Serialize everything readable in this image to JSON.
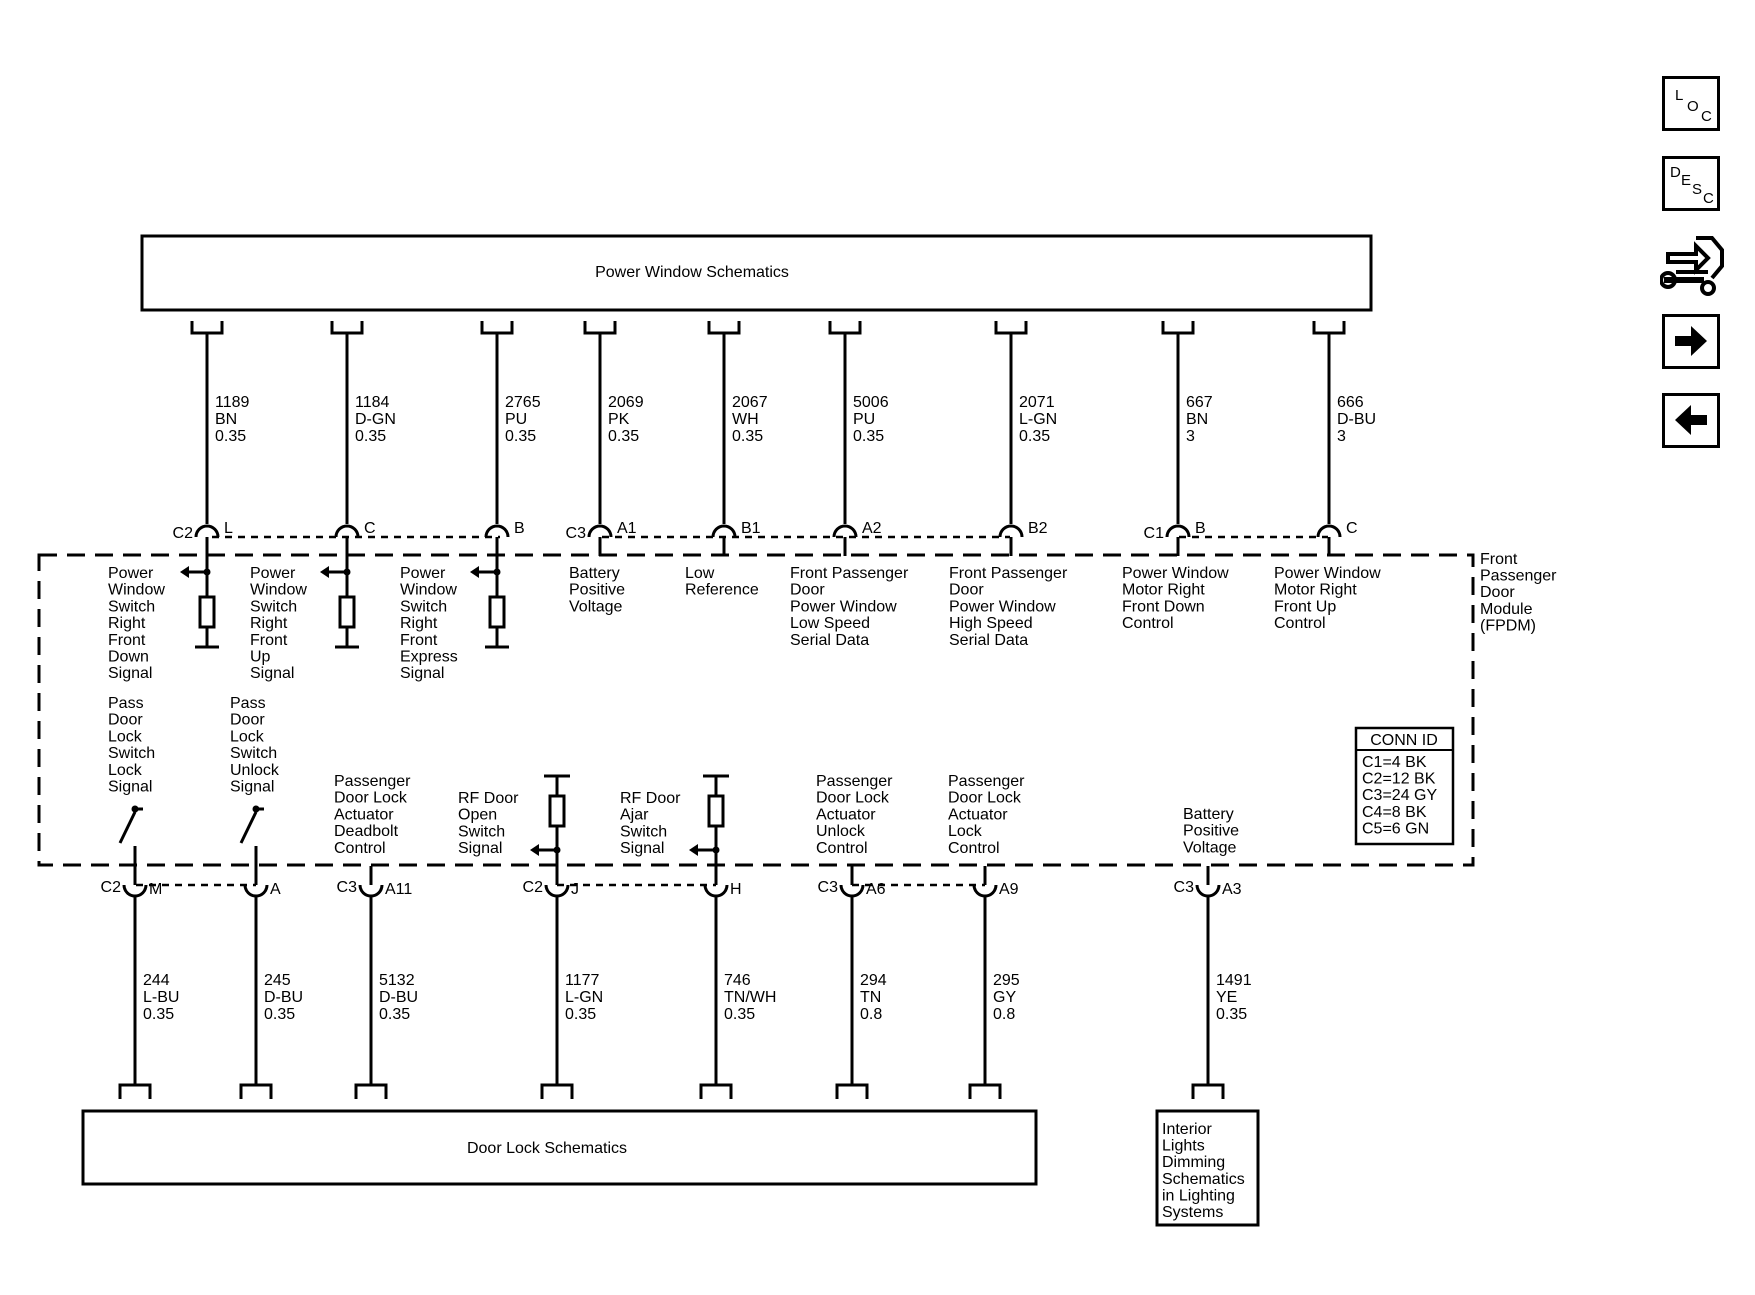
{
  "blocks": {
    "power_window": "Power Window Schematics",
    "door_lock": "Door Lock Schematics",
    "interior_lights": [
      "Interior",
      "Lights",
      "Dimming",
      "Schematics",
      "in Lighting",
      "Systems"
    ]
  },
  "module_name": [
    "Front",
    "Passenger",
    "Door",
    "Module",
    "(FPDM)"
  ],
  "conn_id": {
    "title": "CONN ID",
    "items": [
      "C1=4 BK",
      "C2=12 BK",
      "C3=24 GY",
      "C4=8 BK",
      "C5=6 GN"
    ]
  },
  "top_circuits": [
    {
      "num": "1189",
      "color": "BN",
      "gauge": "0.35",
      "conn": "C2",
      "pin": "L",
      "desc": [
        "Power",
        "Window",
        "Switch",
        "Right",
        "Front",
        "Down",
        "Signal"
      ]
    },
    {
      "num": "1184",
      "color": "D-GN",
      "gauge": "0.35",
      "conn": "",
      "pin": "C",
      "desc": [
        "Power",
        "Window",
        "Switch",
        "Right",
        "Front",
        "Up",
        "Signal"
      ]
    },
    {
      "num": "2765",
      "color": "PU",
      "gauge": "0.35",
      "conn": "",
      "pin": "B",
      "desc": [
        "Power",
        "Window",
        "Switch",
        "Right",
        "Front",
        "Express",
        "Signal"
      ]
    },
    {
      "num": "2069",
      "color": "PK",
      "gauge": "0.35",
      "conn": "C3",
      "pin": "A1",
      "desc": [
        "Battery",
        "Positive",
        "Voltage"
      ]
    },
    {
      "num": "2067",
      "color": "WH",
      "gauge": "0.35",
      "conn": "",
      "pin": "B1",
      "desc": [
        "Low",
        "Reference"
      ]
    },
    {
      "num": "5006",
      "color": "PU",
      "gauge": "0.35",
      "conn": "",
      "pin": "A2",
      "desc": [
        "Front Passenger",
        "Door",
        "Power Window",
        "Low Speed",
        "Serial Data"
      ]
    },
    {
      "num": "2071",
      "color": "L-GN",
      "gauge": "0.35",
      "conn": "",
      "pin": "B2",
      "desc": [
        "Front Passenger",
        "Door",
        "Power Window",
        "High Speed",
        "Serial Data"
      ]
    },
    {
      "num": "667",
      "color": "BN",
      "gauge": "3",
      "conn": "C1",
      "pin": "B",
      "desc": [
        "Power Window",
        "Motor Right",
        "Front Down",
        "Control"
      ]
    },
    {
      "num": "666",
      "color": "D-BU",
      "gauge": "3",
      "conn": "",
      "pin": "C",
      "desc": [
        "Power Window",
        "Motor Right",
        "Front Up",
        "Control"
      ]
    }
  ],
  "bottom_circuits": [
    {
      "num": "244",
      "color": "L-BU",
      "gauge": "0.35",
      "conn": "C2",
      "pin": "M",
      "desc": [
        "Pass",
        "Door",
        "Lock",
        "Switch",
        "Lock",
        "Signal"
      ]
    },
    {
      "num": "245",
      "color": "D-BU",
      "gauge": "0.35",
      "conn": "",
      "pin": "A",
      "desc": [
        "Pass",
        "Door",
        "Lock",
        "Switch",
        "Unlock",
        "Signal"
      ]
    },
    {
      "num": "5132",
      "color": "D-BU",
      "gauge": "0.35",
      "conn": "C3",
      "pin": "A11",
      "desc": [
        "Passenger",
        "Door Lock",
        "Actuator",
        "Deadbolt",
        "Control"
      ]
    },
    {
      "num": "1177",
      "color": "L-GN",
      "gauge": "0.35",
      "conn": "C2",
      "pin": "J",
      "desc": [
        "RF Door",
        "Open",
        "Switch",
        "Signal"
      ]
    },
    {
      "num": "746",
      "color": "TN/WH",
      "gauge": "0.35",
      "conn": "",
      "pin": "H",
      "desc": [
        "RF Door",
        "Ajar",
        "Switch",
        "Signal"
      ]
    },
    {
      "num": "294",
      "color": "TN",
      "gauge": "0.8",
      "conn": "C3",
      "pin": "A6",
      "desc": [
        "Passenger",
        "Door Lock",
        "Actuator",
        "Unlock",
        "Control"
      ]
    },
    {
      "num": "295",
      "color": "GY",
      "gauge": "0.8",
      "conn": "",
      "pin": "A9",
      "desc": [
        "Passenger",
        "Door Lock",
        "Actuator",
        "Lock",
        "Control"
      ]
    },
    {
      "num": "1491",
      "color": "YE",
      "gauge": "0.35",
      "conn": "C3",
      "pin": "A3",
      "desc": [
        "Battery",
        "Positive",
        "Voltage"
      ]
    }
  ],
  "nav": {
    "loc": [
      "L",
      "O",
      "C"
    ],
    "desc": [
      "D",
      "E",
      "S",
      "C"
    ],
    "icons": [
      "loc-icon",
      "desc-icon",
      "connector-tool-icon",
      "arrow-right-icon",
      "arrow-left-icon"
    ]
  }
}
